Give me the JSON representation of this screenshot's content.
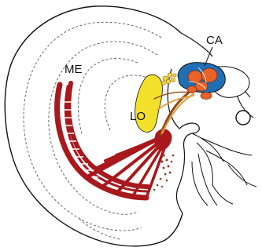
{
  "labels": {
    "medulla": "ME",
    "lobula": "LO",
    "calyx": "CA"
  },
  "colors": {
    "outline": "#111111",
    "dashed": "#555555",
    "medulla_fibers": "#a8181c",
    "lobula": "#f2e02a",
    "calyx_blue": "#1f6fb5",
    "calyx_orange": "#e8622a",
    "tract_brown": "#8a4a16",
    "tract_orange": "#e69a3a",
    "glomeruli": "#f0d53a"
  }
}
